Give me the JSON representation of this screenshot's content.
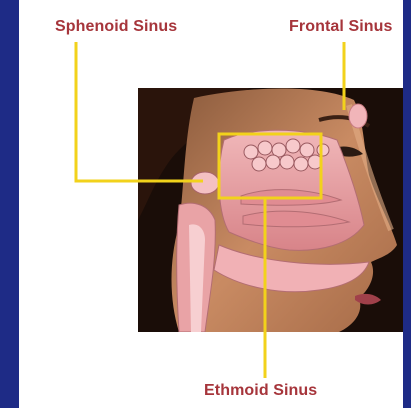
{
  "labels": {
    "sphenoid": "Sphenoid Sinus",
    "frontal": "Frontal Sinus",
    "ethmoid": "Ethmoid Sinus"
  },
  "colors": {
    "background": "#1e2b86",
    "panel": "#ffffff",
    "label_text": "#a6353b",
    "leader_line": "#f2d21b",
    "tissue_pink": "#e9a3a6",
    "skin": "#c9865f",
    "dark_bg": "#1a0d08"
  },
  "icons": {
    "illustration": "head-sagittal-section-illustration"
  }
}
